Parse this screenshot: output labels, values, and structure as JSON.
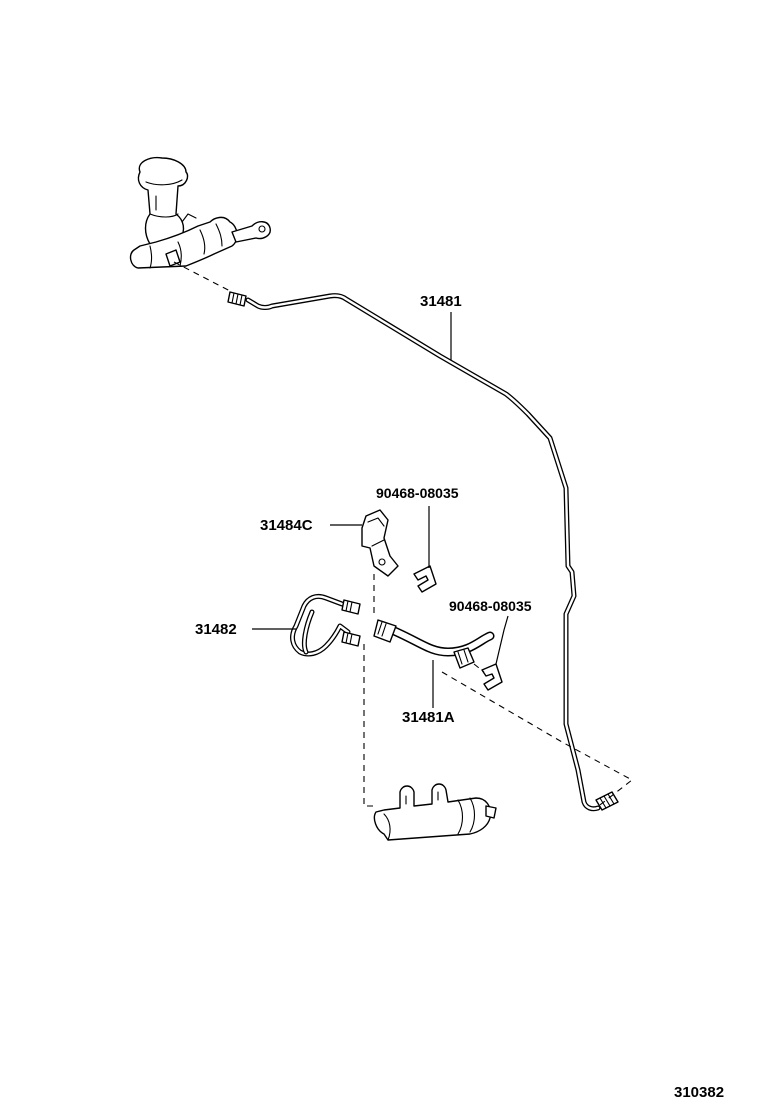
{
  "labels": {
    "pipe_31481": "31481",
    "clip_upper": "90468-08035",
    "bracket": "31484C",
    "clip_lower": "90468-08035",
    "tube_31482": "31482",
    "hose_31481a": "31481A"
  },
  "illustration_number": "310382"
}
